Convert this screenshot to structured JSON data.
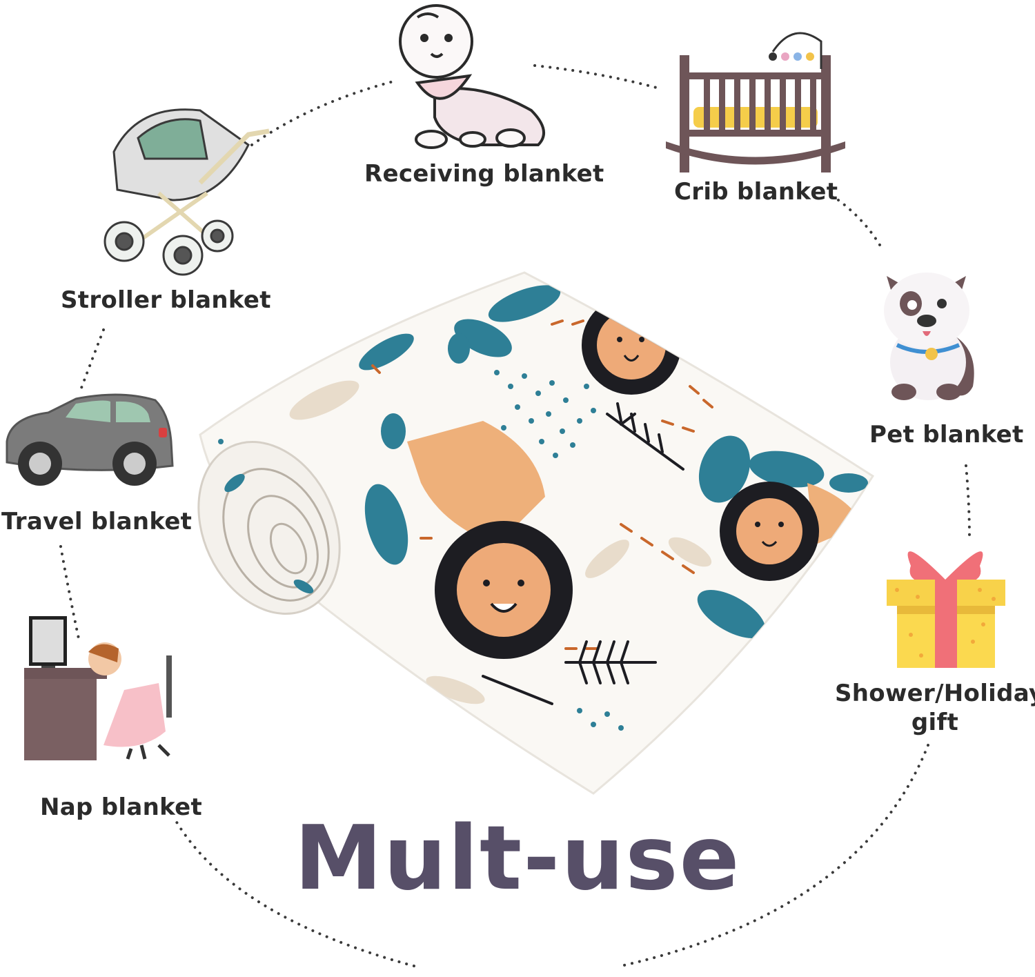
{
  "headline": "Mult-use",
  "uses": [
    {
      "label": "Receiving blanket",
      "icon": "crawling-baby-icon"
    },
    {
      "label": "Crib blanket",
      "icon": "crib-icon"
    },
    {
      "label": "Stroller blanket",
      "icon": "stroller-icon"
    },
    {
      "label": "Pet blanket",
      "icon": "puppy-icon"
    },
    {
      "label": "Travel blanket",
      "icon": "car-icon"
    },
    {
      "label": "Shower/Holiday",
      "label2": "gift",
      "icon": "gift-box-icon"
    },
    {
      "label": "Nap blanket",
      "icon": "napping-at-desk-icon"
    }
  ],
  "colors": {
    "headline": "#574f68",
    "blanket_teal": "#2e7f96",
    "blanket_orange": "#e8a06a",
    "crib_wood": "#6e5558",
    "gift_yellow": "#f8d24a",
    "gift_ribbon": "#f07078"
  }
}
